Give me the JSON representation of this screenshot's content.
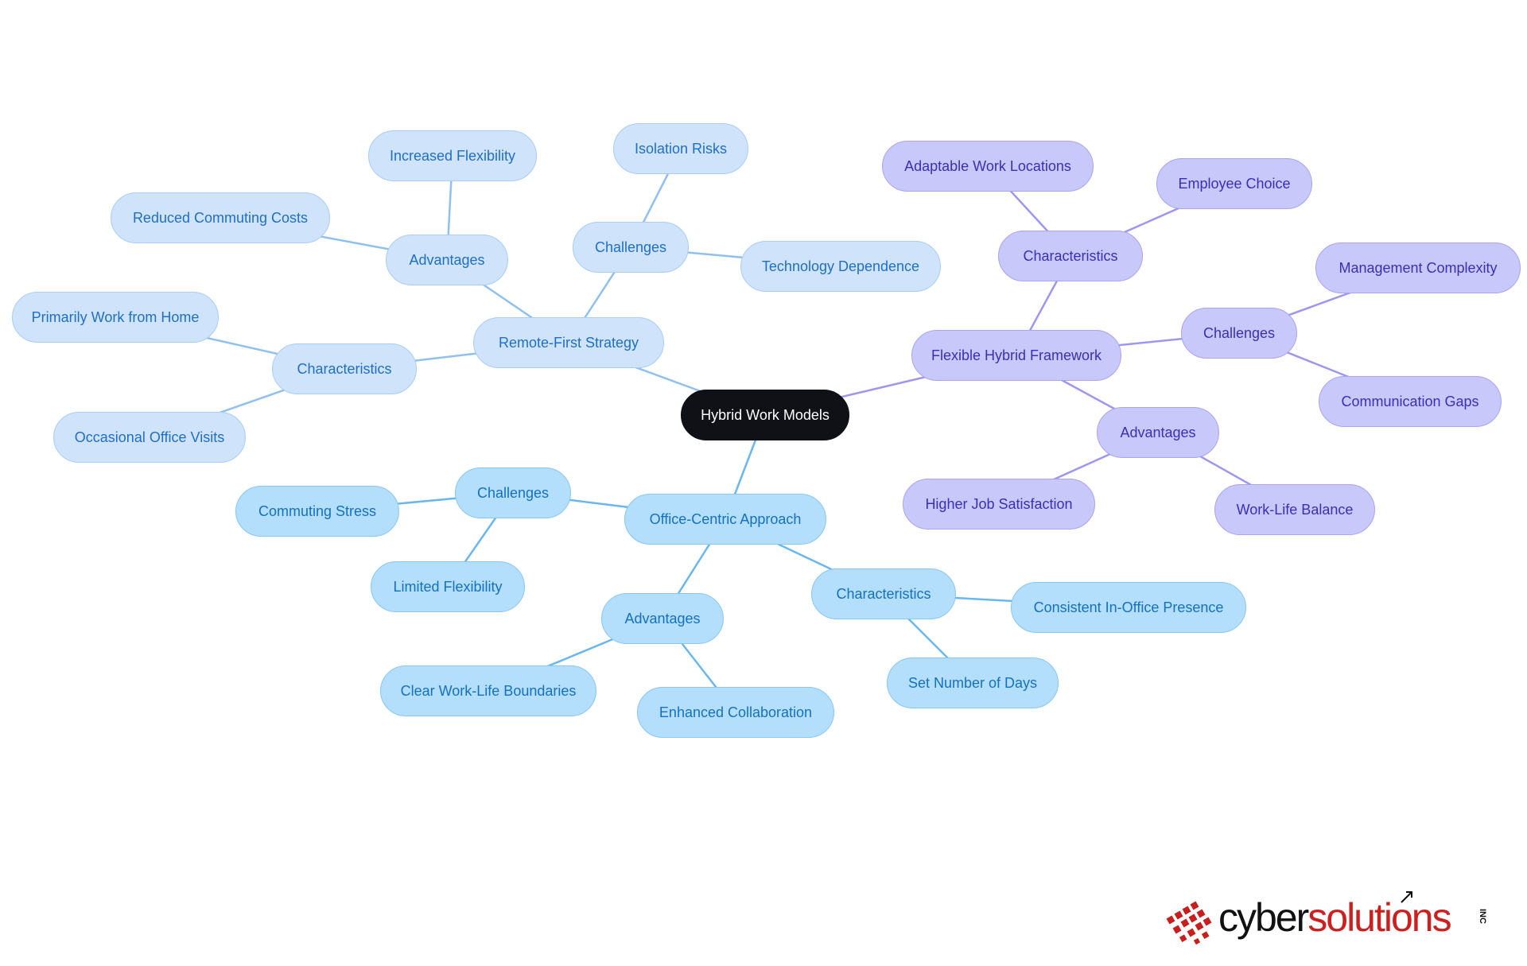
{
  "root": "Hybrid Work Models",
  "branches": [
    {
      "label": "Remote-First Strategy",
      "children": [
        {
          "label": "Advantages",
          "children": [
            "Increased Flexibility",
            "Reduced Commuting Costs"
          ]
        },
        {
          "label": "Challenges",
          "children": [
            "Isolation Risks",
            "Technology Dependence"
          ]
        },
        {
          "label": "Characteristics",
          "children": [
            "Primarily Work from Home",
            "Occasional Office Visits"
          ]
        }
      ]
    },
    {
      "label": "Office-Centric Approach",
      "children": [
        {
          "label": "Challenges",
          "children": [
            "Commuting Stress",
            "Limited Flexibility"
          ]
        },
        {
          "label": "Advantages",
          "children": [
            "Clear Work-Life Boundaries",
            "Enhanced Collaboration"
          ]
        },
        {
          "label": "Characteristics",
          "children": [
            "Consistent In-Office Presence",
            "Set Number of Days"
          ]
        }
      ]
    },
    {
      "label": "Flexible Hybrid Framework",
      "children": [
        {
          "label": "Characteristics",
          "children": [
            "Adaptable Work Locations",
            "Employee Choice"
          ]
        },
        {
          "label": "Challenges",
          "children": [
            "Management Complexity",
            "Communication Gaps"
          ]
        },
        {
          "label": "Advantages",
          "children": [
            "Higher Job Satisfaction",
            "Work-Life Balance"
          ]
        }
      ]
    }
  ],
  "colors": {
    "root": "#0f1117",
    "remote_fill": "#cfe3fb",
    "remote_line": "#8fc0ef",
    "office_fill": "#b3defc",
    "office_line": "#6ab7ee",
    "hybrid_fill": "#c9c8fb",
    "hybrid_line": "#9d97ee"
  },
  "logo": {
    "part1": "cyber",
    "part2": "solutions",
    "suffix": "INC"
  }
}
